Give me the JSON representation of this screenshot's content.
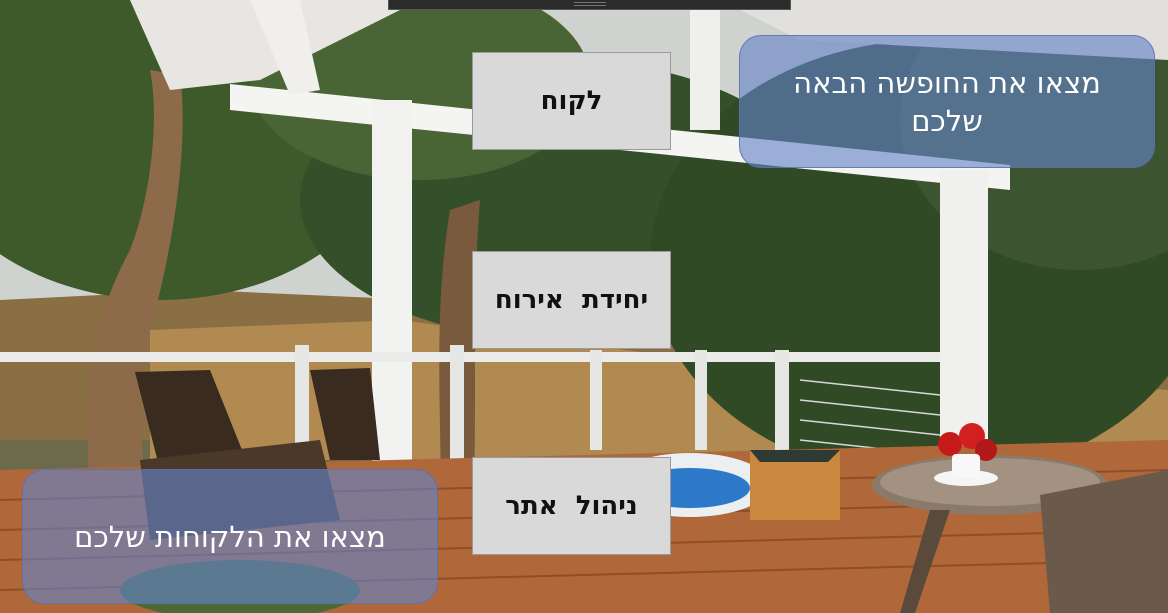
{
  "buttons": {
    "customer": "לקוח",
    "host_unit": "יחידת  אירוח",
    "site_admin": "ניהול  אתר"
  },
  "promos": {
    "vacation": "מצאו את החופשה הבאה שלכם",
    "customers": "מצאו את הלקוחות שלכם"
  },
  "background": {
    "image": "pergola-deck-jacuzzi-photo"
  }
}
